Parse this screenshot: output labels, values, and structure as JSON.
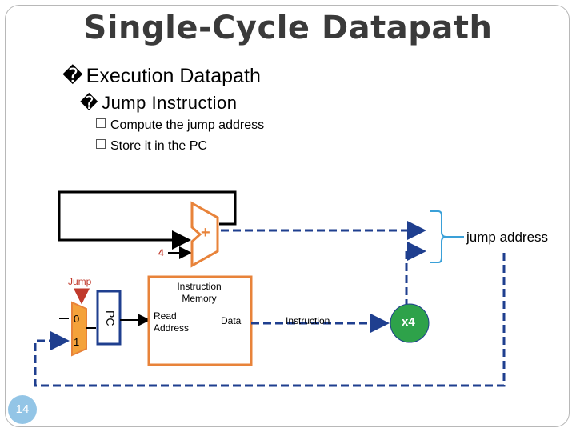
{
  "slide": {
    "title": "Single-Cycle Datapath",
    "bullet1_marker": "�",
    "bullet1": "Execution Datapath",
    "bullet2_marker": "�",
    "bullet2": "Jump Instruction",
    "bullet3a": "Compute the jump address",
    "bullet3b": "Store it in the PC",
    "page_number": "14"
  },
  "diagram": {
    "jump_address_label": "jump address",
    "adder_symbol": "+",
    "four_label": "4",
    "jump_label": "Jump",
    "mux_input0": "0",
    "mux_input1": "1",
    "pc_label": "PC",
    "imem_title": "Instruction Memory",
    "read_address_label": "Read Address",
    "data_label": "Data",
    "instruction_label": "Instruction",
    "x4_label": "x4",
    "colors": {
      "orange": "#e8833a",
      "blue": "#1f3f8f",
      "red": "#c0392b",
      "black": "#000000"
    }
  }
}
